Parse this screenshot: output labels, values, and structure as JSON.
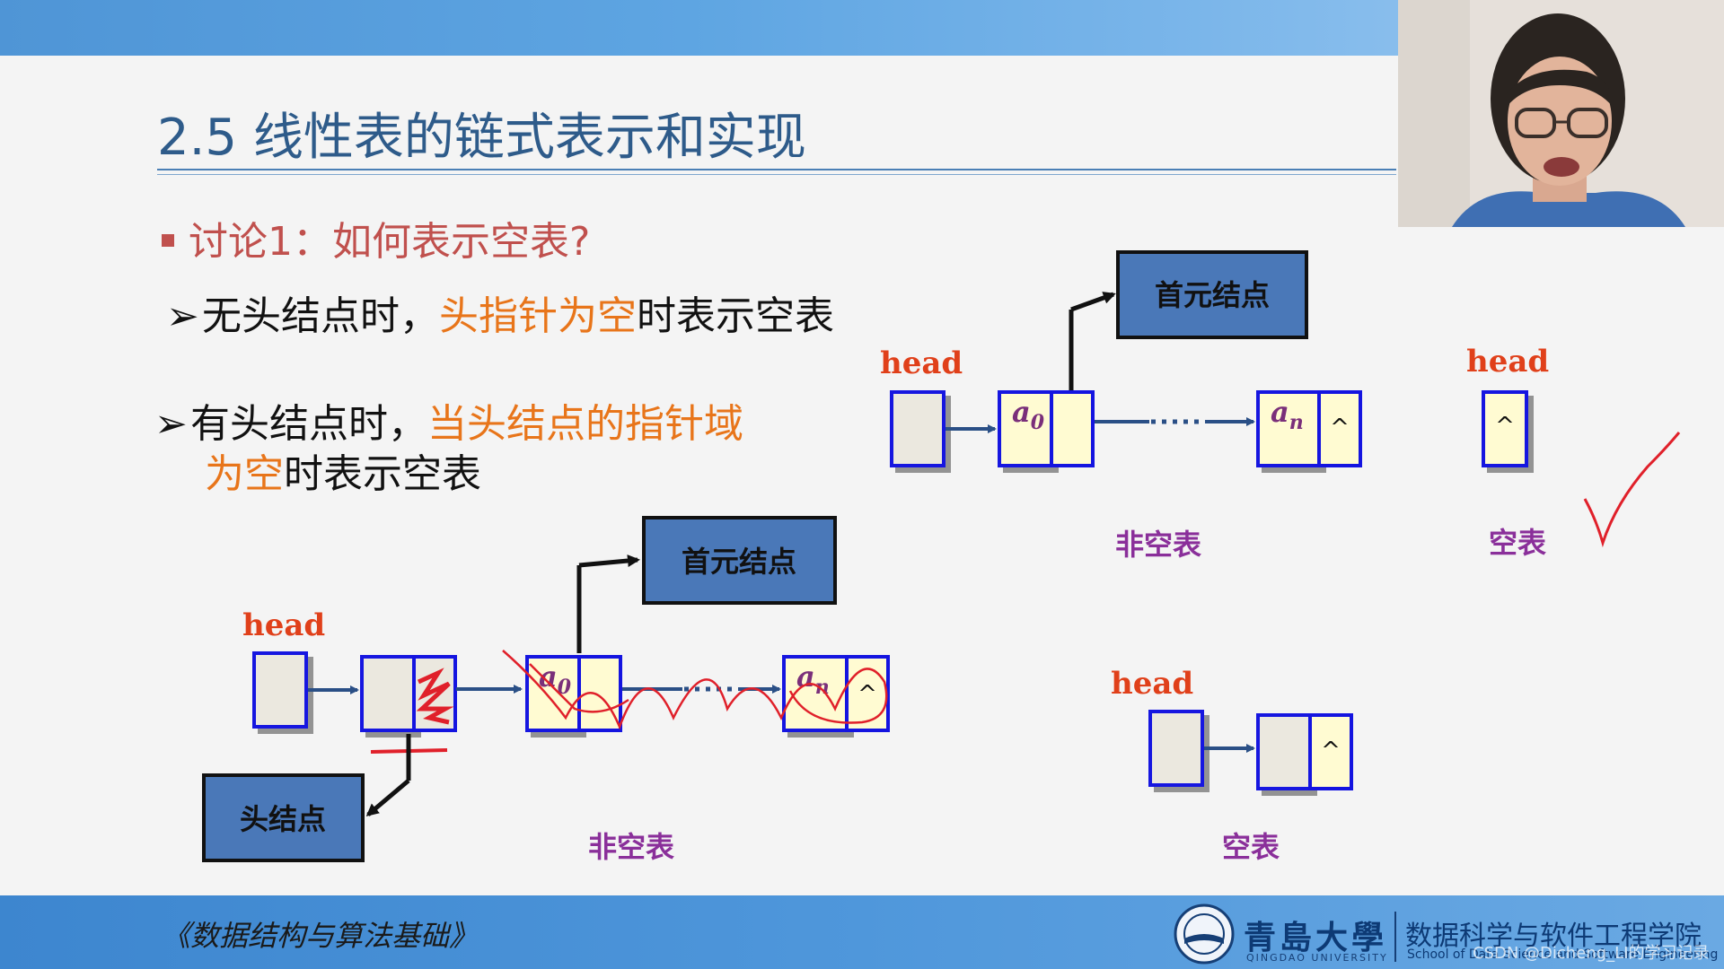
{
  "slide": {
    "title": "2.5 线性表的链式表示和实现",
    "discussion": "讨论1：如何表示空表?",
    "point1": {
      "before": "无头结点时，",
      "highlight": "头指针为空",
      "after": "时表示空表"
    },
    "point2": {
      "before": "有头结点时，",
      "highlight1": "当头结点的指针域",
      "highlight2": "为空",
      "after": "时表示空表"
    }
  },
  "diagram_no_head": {
    "head_label": "head",
    "first_node_label": "首元结点",
    "a0": "a",
    "a0_sub": "0",
    "an": "a",
    "an_sub": "n",
    "null_mark": "^",
    "caption": "非空表"
  },
  "diagram_empty_no_head": {
    "head_label": "head",
    "null_mark": "^",
    "caption": "空表"
  },
  "diagram_with_head": {
    "head_label": "head",
    "first_node_label": "首元结点",
    "head_node_label": "头结点",
    "a0": "a",
    "a0_sub": "0",
    "an": "a",
    "an_sub": "n",
    "null_mark": "^",
    "caption": "非空表"
  },
  "diagram_empty_with_head": {
    "head_label": "head",
    "null_mark": "^",
    "caption": "空表"
  },
  "footer": {
    "course": "《数据结构与算法基础》",
    "university": "青島大學",
    "university_en": "QINGDAO UNIVERSITY",
    "school": "数据科学与软件工程学院",
    "school_en": "School of Data Science and Software Engineering",
    "watermark": "CSDN @Dicheng_LI的学习记录"
  },
  "colors": {
    "title": "#2e5b8a",
    "discussion": "#c0504d",
    "highlight": "#e8751a",
    "node_border": "#1414e0",
    "node_fill": "#fffbd2",
    "label_box": "#4a78b8",
    "head_label": "#e0401a",
    "caption": "#8a2f9a",
    "annotation": "#e0202a"
  }
}
